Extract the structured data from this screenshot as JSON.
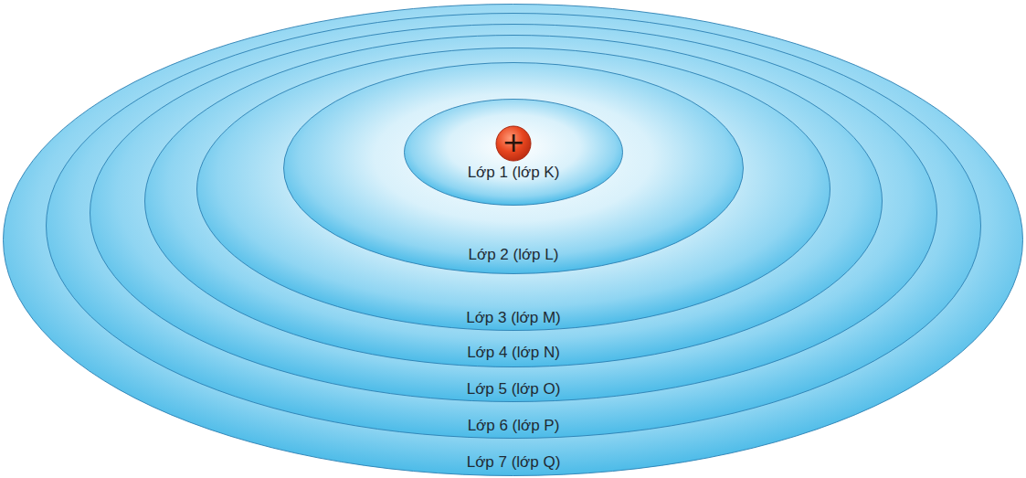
{
  "diagram": {
    "nodes": [
      {
        "text": [
          "Lớp 7 (lớp Q)"
        ]
      },
      {
        "text": [
          "Lớp 6 (lớp P)"
        ],
        "in": 0
      },
      {
        "text": [
          "Lớp 5 (lớp O)"
        ],
        "in": 1
      },
      {
        "text": [
          "Lớp 4 (lớp N)"
        ],
        "in": 2
      },
      {
        "text": [
          "Lớp 3 (lớp M)"
        ],
        "in": 3
      },
      {
        "text": [
          "Lớp 2 (lớp L)"
        ],
        "in": 4
      },
      {
        "text": [
          "Lớp 1 (lớp K)"
        ],
        "in": 5
      },
      {
        "text": [
          "+"
        ],
        "in": 6
      }
    ]
  }
}
